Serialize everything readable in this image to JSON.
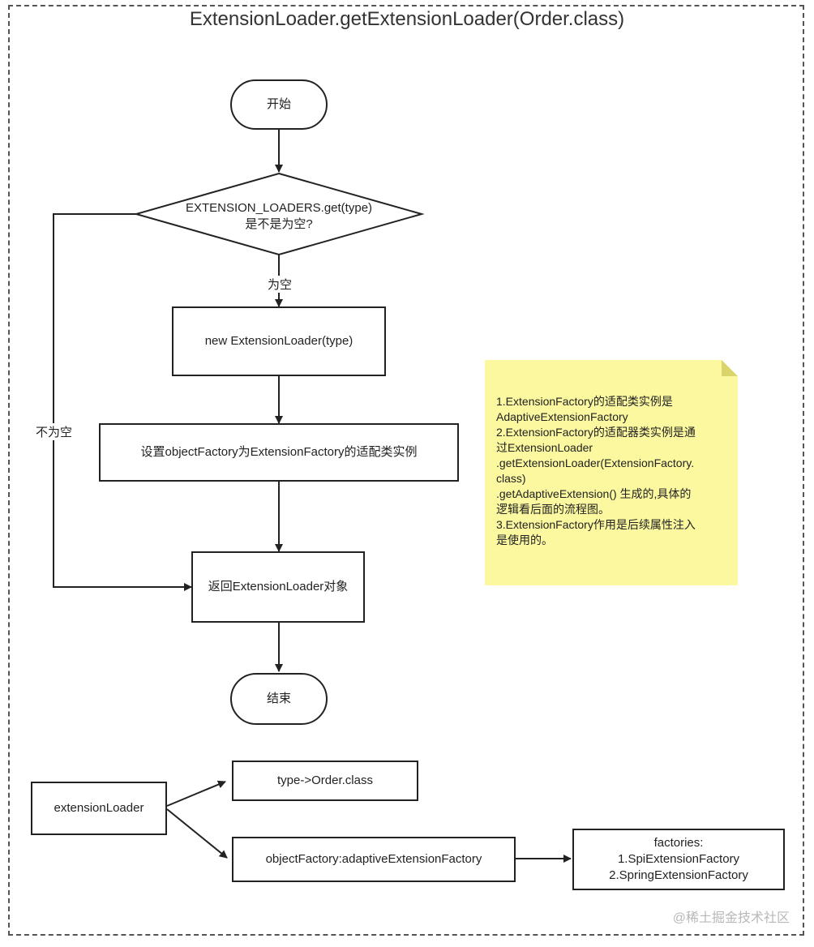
{
  "title": "ExtensionLoader.getExtensionLoader(Order.class)",
  "flow": {
    "start": "开始",
    "decision_line1": "EXTENSION_LOADERS.get(type)",
    "decision_line2": "是不是为空?",
    "label_empty": "为空",
    "label_not_empty": "不为空",
    "new_loader": "new ExtensionLoader(type)",
    "set_factory": "设置objectFactory为ExtensionFactory的适配类实例",
    "return_loader": "返回ExtensionLoader对象",
    "end": "结束"
  },
  "note": {
    "text": "1.ExtensionFactory的适配类实例是\nAdaptiveExtensionFactory\n2.ExtensionFactory的适配器类实例是通\n过ExtensionLoader\n.getExtensionLoader(ExtensionFactory.\nclass)\n.getAdaptiveExtension() 生成的,具体的\n逻辑看后面的流程图。\n3.ExtensionFactory作用是后续属性注入\n是使用的。"
  },
  "structure": {
    "extension_loader": "extensionLoader",
    "type_field": "type->Order.class",
    "object_factory": "objectFactory:adaptiveExtensionFactory",
    "factories_line1": "factories:",
    "factories_line2": "1.SpiExtensionFactory",
    "factories_line3": "2.SpringExtensionFactory"
  },
  "watermark": "@稀土掘金技术社区",
  "colors": {
    "note_fill": "#fbf8a0",
    "note_fold": "#d9d56a",
    "stroke": "#222222",
    "frame": "#555555"
  }
}
